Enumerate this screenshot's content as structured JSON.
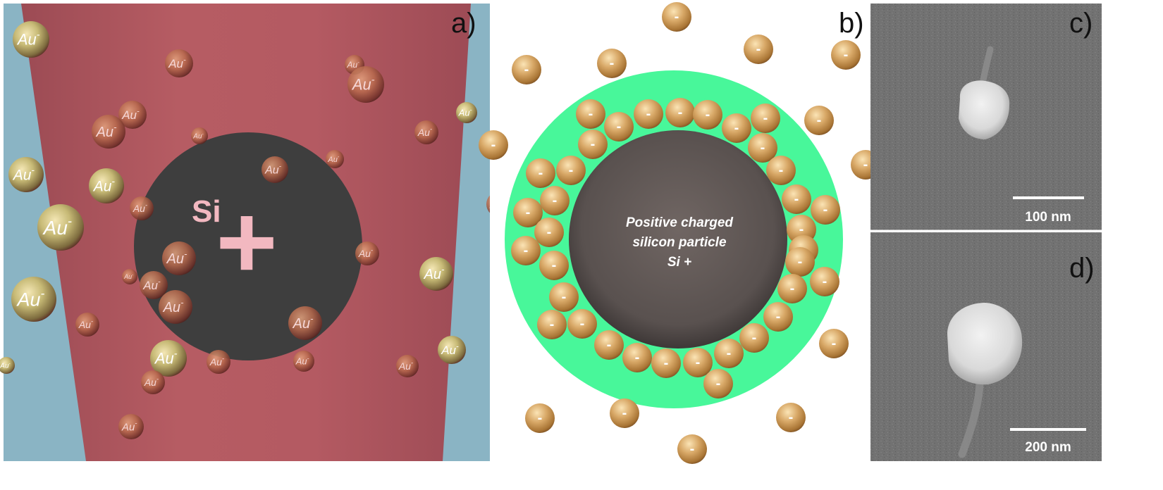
{
  "panels": {
    "a": {
      "label": "a)",
      "core_text": "Si",
      "core_sign": "+",
      "particle_label_main": "Au",
      "particle_label_sup": "-"
    },
    "b": {
      "label": "b)",
      "core_line1": "Positive charged",
      "core_line2": "silicon particle",
      "core_line3": "Si +",
      "particle_symbol": "-"
    },
    "c": {
      "label": "c)",
      "scale_text": "100 nm"
    },
    "d": {
      "label": "d)",
      "scale_text": "200 nm"
    }
  },
  "colors": {
    "background_a": "#8ab4c4",
    "liquid_a": "#b45a62",
    "core_a": "#3e3e3e",
    "shell_b": "#48f79a",
    "core_b": "#5b5351",
    "gold": "#c99b57",
    "sem_bg": "#6f6f6f"
  }
}
